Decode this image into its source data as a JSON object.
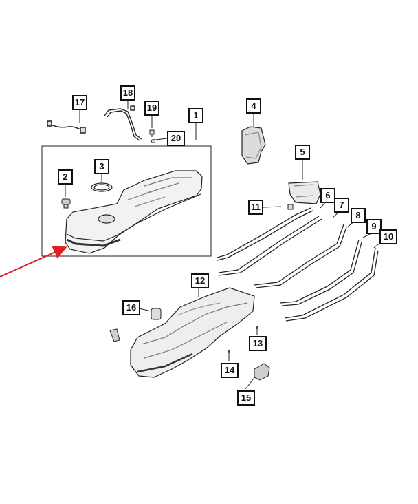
{
  "diagram": {
    "callouts": [
      "1",
      "2",
      "3",
      "4",
      "5",
      "6",
      "7",
      "8",
      "9",
      "10",
      "11",
      "12",
      "13",
      "14",
      "15",
      "16",
      "17",
      "18",
      "19",
      "20"
    ],
    "colors": {
      "line": "#222222",
      "part_fill": "#f2f2f2",
      "part_shade": "#bdbdbd",
      "arrow": "#e02020"
    },
    "arrow": {
      "present": true
    }
  }
}
